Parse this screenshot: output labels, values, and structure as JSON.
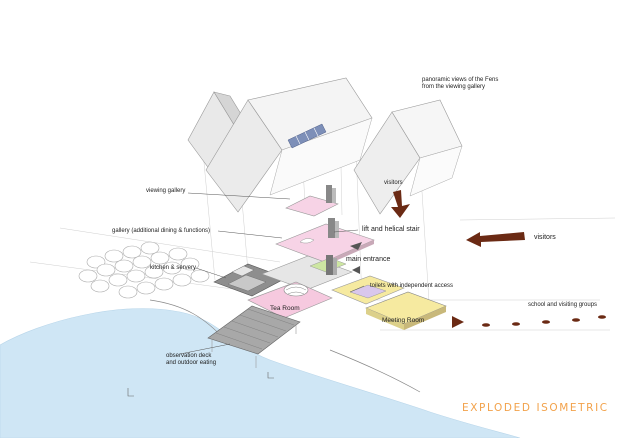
{
  "labels": {
    "panoramic_line1": "panoramic views of the Fens",
    "panoramic_line2": "from the viewing gallery",
    "visitors_top": "visitors",
    "viewing_gallery": "viewing gallery",
    "gallery_functions": "gallery (additional dining & functions)",
    "lift_stair": "lift and helical stair",
    "visitors_right": "visitors",
    "main_entrance": "main entrance",
    "kitchen_servery": "kitchen & servery",
    "toilets": "toilets with independent access",
    "school_groups": "school and visiting groups",
    "tea_room": "Tea Room",
    "meeting_room": "Meeting Room",
    "observation_line1": "observation deck",
    "observation_line2": "and outdoor eating"
  },
  "footer_title": "EXPLODED ISOMETRIC",
  "colors": {
    "water": "#cfe6f5",
    "tea_room": "#f6c9df",
    "meeting_room": "#f6eaa0",
    "gallery": "#f7d3e6",
    "arrows": "#6b2a14",
    "accent_title": "#f2a24b"
  }
}
